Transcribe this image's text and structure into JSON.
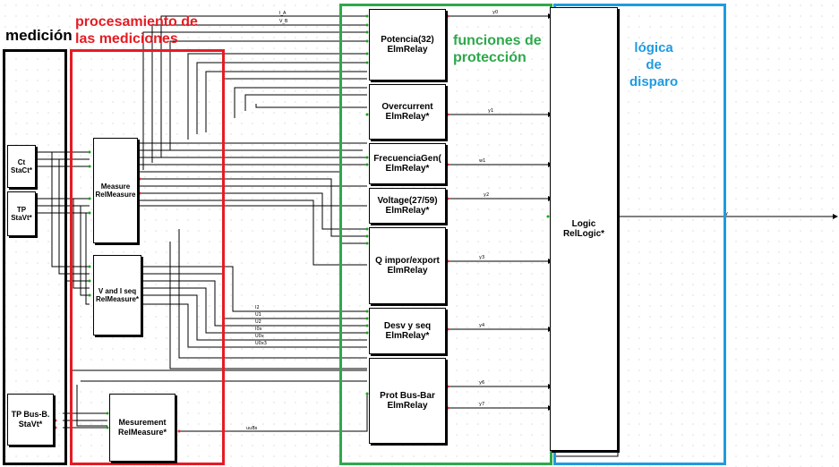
{
  "groups": {
    "medicion": {
      "label": "medición",
      "color": "#000000"
    },
    "procesamiento": {
      "label_line1": "procesamiento de",
      "label_line2": "las mediciones",
      "color": "#e51c23"
    },
    "funciones": {
      "label_line1": "funciones de",
      "label_line2": "protección",
      "color": "#2ea84b"
    },
    "logica": {
      "label_line1": "lógica",
      "label_line2": "de",
      "label_line3": "disparo",
      "color": "#1e9be0"
    }
  },
  "blocks": {
    "ct": {
      "line1": "Ct",
      "line2": "StaCt*"
    },
    "tp": {
      "line1": "TP",
      "line2": "StaVt*"
    },
    "tp_bus": {
      "line1": "TP Bus-B.",
      "line2": "StaVt*"
    },
    "measure": {
      "line1": "Measure",
      "line2": "RelMeasure"
    },
    "vi_seq": {
      "line1": "V and I seq",
      "line2": "RelMeasure*"
    },
    "mesurement": {
      "line1": "Mesurement",
      "line2": "RelMeasure*"
    },
    "potencia": {
      "line1": "Potencia(32)",
      "line2": "ElmRelay"
    },
    "overcurrent": {
      "line1": "Overcurrent",
      "line2": "ElmRelay*"
    },
    "frecuencia": {
      "line1": "FrecuenciaGen(",
      "line2": "ElmRelay*"
    },
    "voltage": {
      "line1": "Voltage(27/59)",
      "line2": "ElmRelay*"
    },
    "q_impor": {
      "line1": "Q impor/export",
      "line2": "ElmRelay"
    },
    "desv": {
      "line1": "Desv y seq",
      "line2": "ElmRelay*"
    },
    "prot_bus": {
      "line1": "Prot Bus-Bar",
      "line2": "ElmRelay"
    },
    "logic": {
      "line1": "Logic",
      "line2": "RelLogic*"
    }
  }
}
